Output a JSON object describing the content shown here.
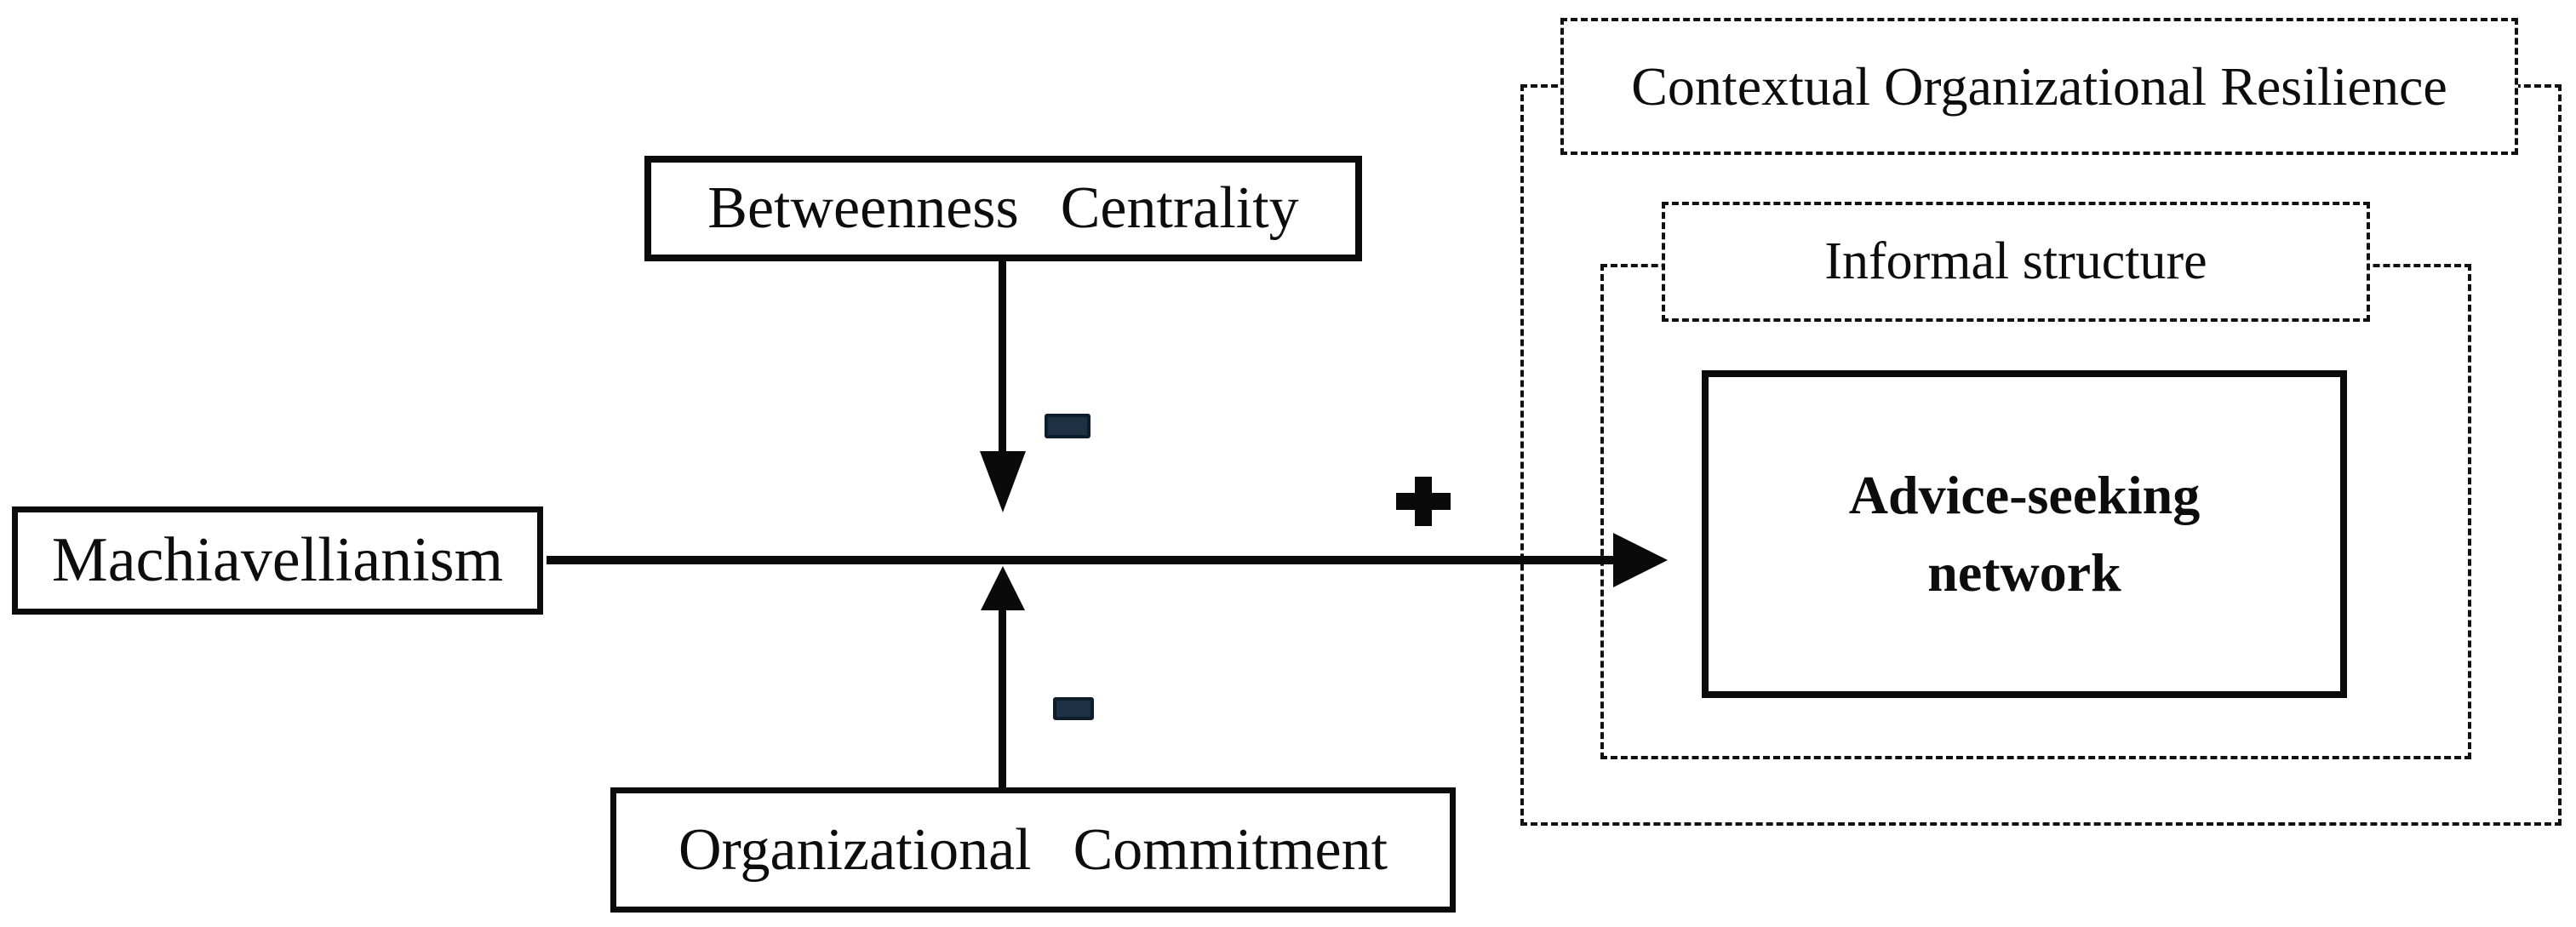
{
  "diagram": {
    "nodes": {
      "machiavellianism": {
        "label": "Machiavellianism"
      },
      "betweenness_centrality": {
        "label": "Betweenness Centrality"
      },
      "organizational_commitment": {
        "label": "Organizational Commitment"
      },
      "advice_seeking_network": {
        "lines": [
          "Advice-seeking",
          "network"
        ]
      }
    },
    "groups": {
      "outer": {
        "label": "Contextual Organizational Resilience"
      },
      "inner": {
        "label": "Informal structure"
      }
    },
    "signs": {
      "direct_effect": "+",
      "moderator_top": "−",
      "moderator_bottom": "−"
    },
    "edges": {
      "direct": "Machiavellianism → Advice-seeking network (+)",
      "moderation_top": "Betweenness Centrality ⊣ direct path (−)",
      "moderation_bottom": "Organizational Commitment ⊣ direct path (−)"
    },
    "colors": {
      "line": "#0a0a0a",
      "minus_fill": "#1e3144",
      "minus_border": "#0e1d2b",
      "background": "#ffffff"
    }
  }
}
